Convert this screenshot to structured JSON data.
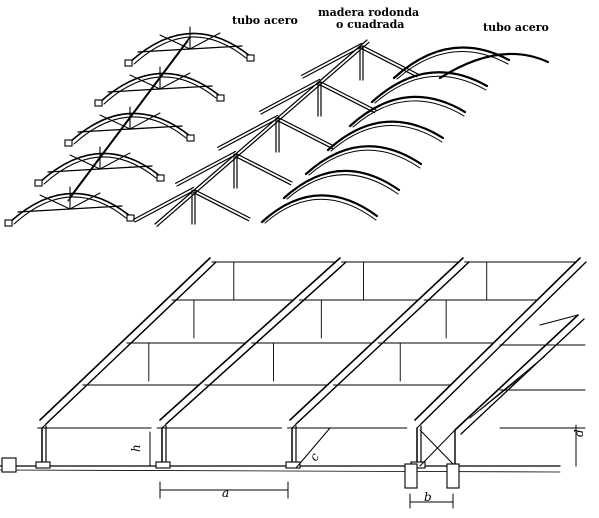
{
  "labels": {
    "steel_tube_left": "tubo acero",
    "wood_line1": "madera rodonda",
    "wood_line2": "o cuadrada",
    "steel_tube_right": "tubo acero"
  },
  "dimensions": {
    "a": "a",
    "b": "b",
    "c": "c",
    "h": "h",
    "d": "d"
  },
  "sections": {
    "top_row_count": 5,
    "bottom_frame_bays": 4
  }
}
